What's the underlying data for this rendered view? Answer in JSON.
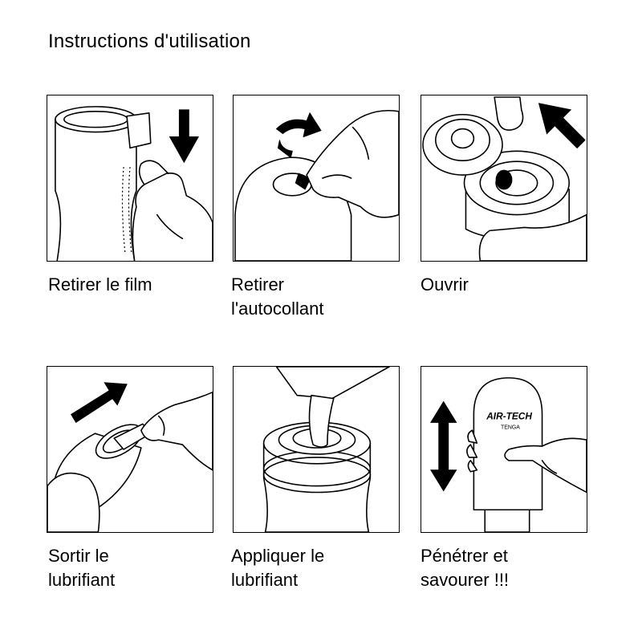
{
  "title": "Instructions d'utilisation",
  "steps": [
    {
      "lines": [
        "Retirer le film"
      ],
      "icon": "peel-film-illustration"
    },
    {
      "lines": [
        "Retirer",
        "l'autocollant"
      ],
      "icon": "remove-sticker-illustration"
    },
    {
      "lines": [
        "Ouvrir"
      ],
      "icon": "open-cap-illustration"
    },
    {
      "lines": [
        "Sortir le",
        "lubrifiant"
      ],
      "icon": "take-out-lubricant-illustration"
    },
    {
      "lines": [
        "Appliquer le",
        "lubrifiant"
      ],
      "icon": "apply-lubricant-illustration"
    },
    {
      "lines": [
        "Pénétrer et",
        "savourer !!!"
      ],
      "icon": "enjoy-illustration"
    }
  ],
  "product_label": {
    "brand": "AIR-TECH",
    "sub": "TENGA"
  }
}
